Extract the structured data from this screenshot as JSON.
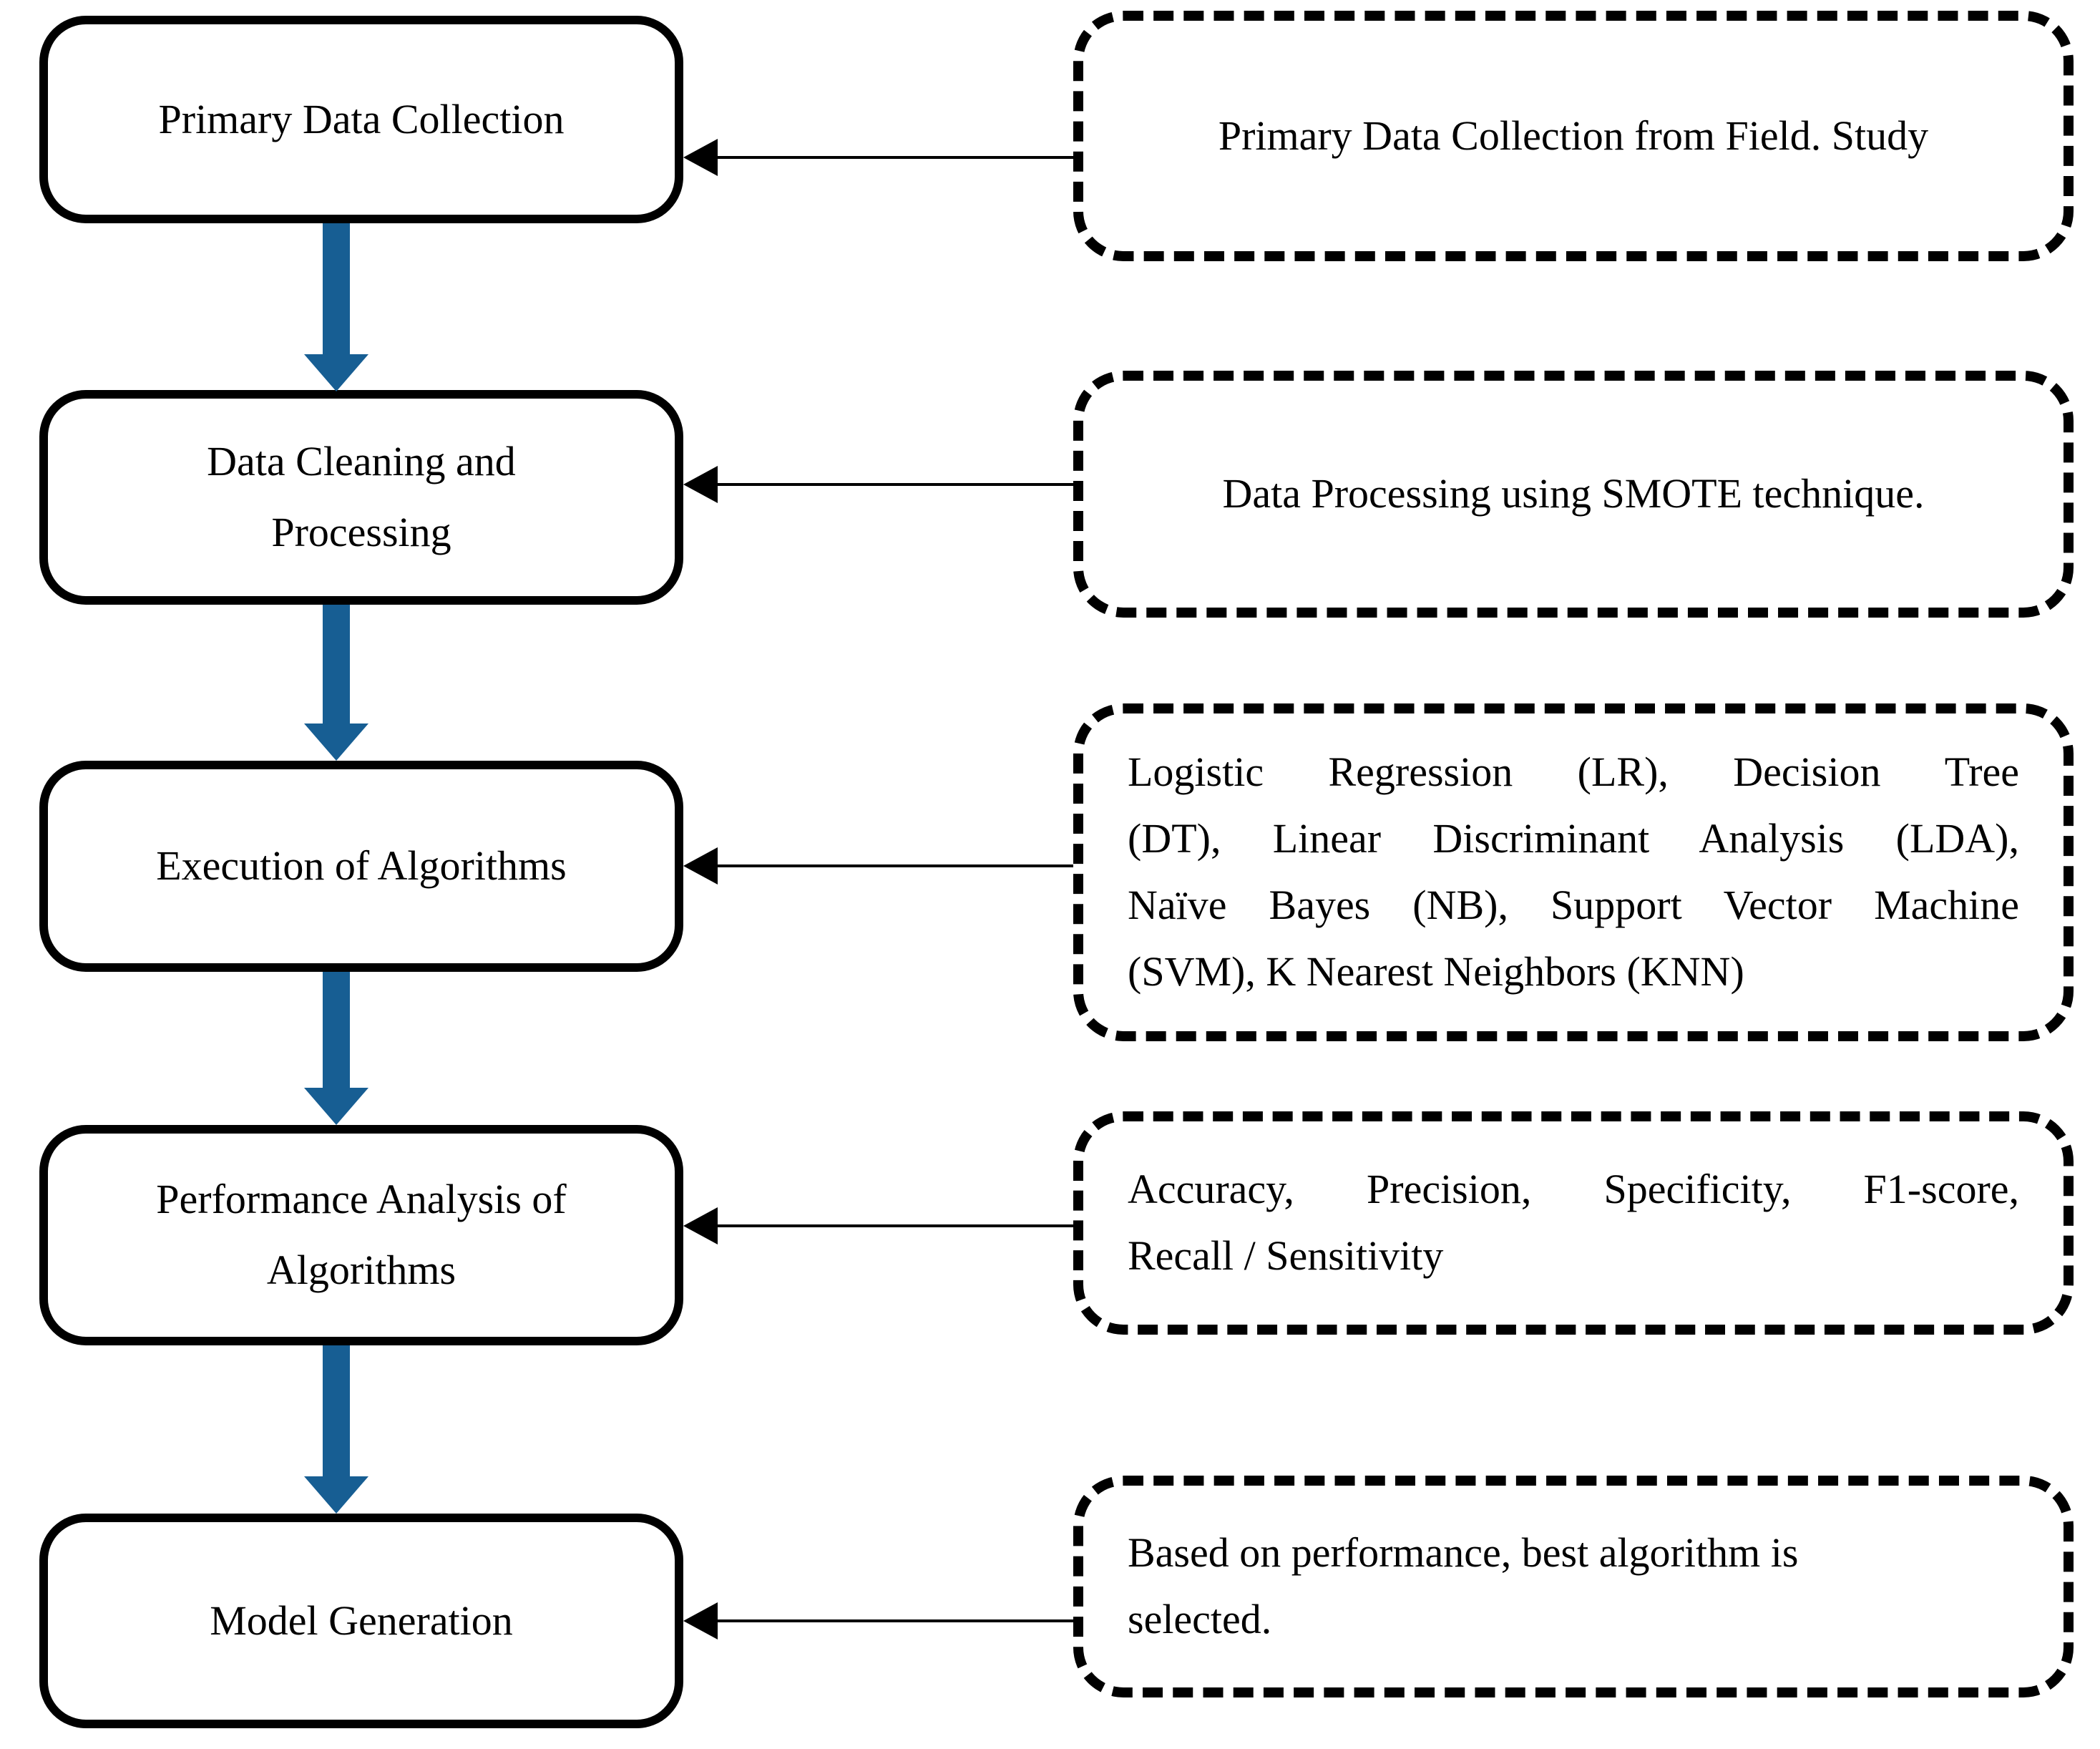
{
  "diagram": {
    "type": "flowchart",
    "colors": {
      "flow_arrow": "#175E93",
      "border": "#000000",
      "background": "#ffffff",
      "text": "#000000"
    },
    "steps": [
      {
        "label": "Primary Data Collection"
      },
      {
        "label": "Data Cleaning and Processing"
      },
      {
        "label": "Execution of Algorithms"
      },
      {
        "label": "Performance Analysis of Algorithms"
      },
      {
        "label": "Model Generation"
      }
    ],
    "notes": [
      {
        "lines": [
          "Primary Data Collection from Field. Study"
        ]
      },
      {
        "lines": [
          "Data Processing using SMOTE technique."
        ]
      },
      {
        "lines": [
          "Logistic Regression (LR), Decision Tree",
          "(DT), Linear Discriminant Analysis (LDA),",
          "Naïve Bayes (NB), Support Vector Machine",
          "(SVM), K Nearest Neighbors (KNN)"
        ]
      },
      {
        "lines": [
          "Accuracy, Precision, Specificity, F1-score,",
          "Recall / Sensitivity"
        ]
      },
      {
        "lines": [
          "Based on performance, best algorithm is",
          "selected."
        ]
      }
    ]
  }
}
